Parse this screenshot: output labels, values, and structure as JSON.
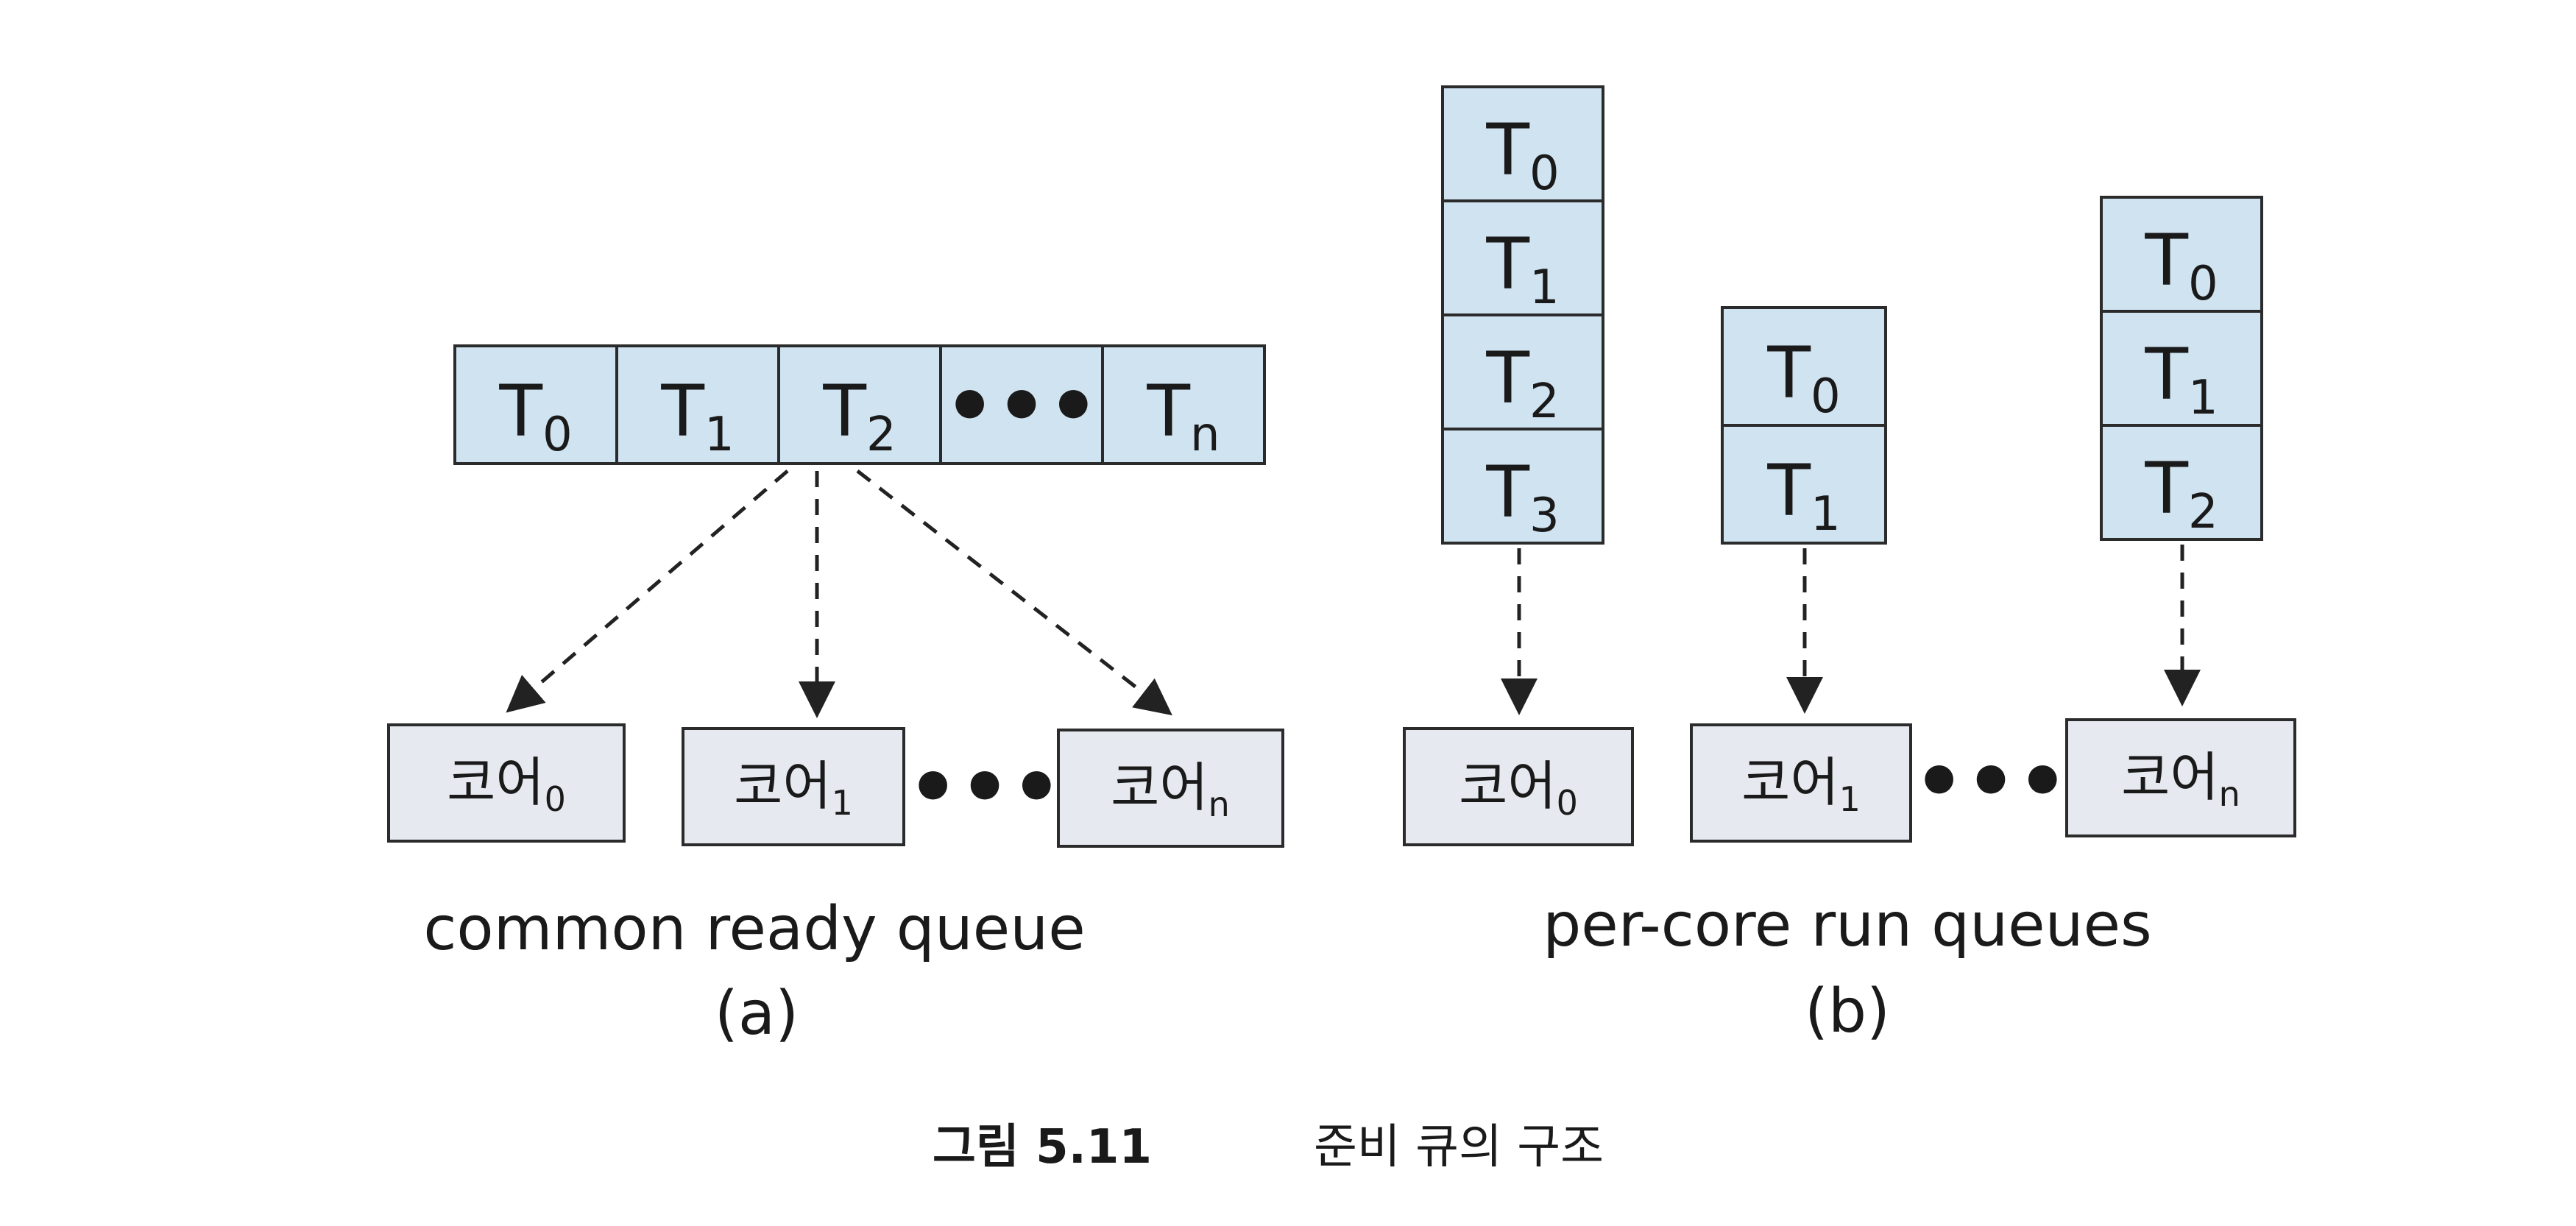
{
  "panel_a": {
    "queue": [
      {
        "base": "T",
        "sub": "0"
      },
      {
        "base": "T",
        "sub": "1"
      },
      {
        "base": "T",
        "sub": "2"
      },
      {
        "base": "•••",
        "sub": ""
      },
      {
        "base": "T",
        "sub": "n"
      }
    ],
    "cores": [
      {
        "base": "코어",
        "sub": "0"
      },
      {
        "base": "코어",
        "sub": "1"
      },
      {
        "base": "코어",
        "sub": "n"
      }
    ],
    "ellipsis": "•••",
    "caption": "common ready queue",
    "label": "(a)"
  },
  "panel_b": {
    "queues": [
      [
        {
          "base": "T",
          "sub": "0"
        },
        {
          "base": "T",
          "sub": "1"
        },
        {
          "base": "T",
          "sub": "2"
        },
        {
          "base": "T",
          "sub": "3"
        }
      ],
      [
        {
          "base": "T",
          "sub": "0"
        },
        {
          "base": "T",
          "sub": "1"
        }
      ],
      [
        {
          "base": "T",
          "sub": "0"
        },
        {
          "base": "T",
          "sub": "1"
        },
        {
          "base": "T",
          "sub": "2"
        }
      ]
    ],
    "cores": [
      {
        "base": "코어",
        "sub": "0"
      },
      {
        "base": "코어",
        "sub": "1"
      },
      {
        "base": "코어",
        "sub": "n"
      }
    ],
    "ellipsis": "•••",
    "caption": "per-core run queues",
    "label": "(b)"
  },
  "figure": {
    "number": "그림 5.11",
    "title": "준비 큐의 구조"
  },
  "colors": {
    "task_fill": "#cfe3f1",
    "core_fill": "#e6eaf0",
    "stroke": "#2b2b2b"
  }
}
